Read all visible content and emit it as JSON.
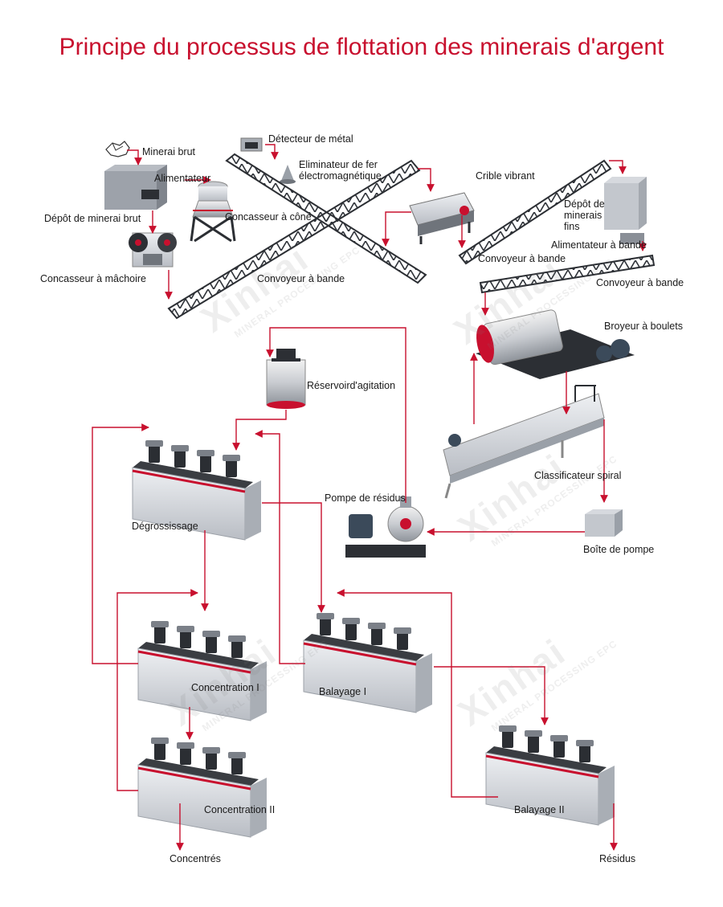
{
  "title": "Principe du processus de flottation des minerais d'argent",
  "colors": {
    "title": "#c8102e",
    "flow_line": "#c8102e",
    "machine": "#d8dbe0",
    "frame": "#2a2d33"
  },
  "watermark": {
    "brand": "Xinhai",
    "tagline": "MINERAL PROCESSING EPC"
  },
  "labels": {
    "raw_ore": "Minerai brut",
    "feeder": "Alimentateur",
    "ore_bin": "Dépôt de minerai brut",
    "jaw_crusher": "Concasseur à mâchoire",
    "cone_crusher": "Concasseur à cône",
    "metal_detector": "Détecteur de métal",
    "iron_remover": "Eliminateur de fer électromagnétique",
    "belt_conveyor_1": "Convoyeur à bande",
    "vibrating_screen": "Crible vibrant",
    "fine_ore_bin": "Dépôt de minerais fins",
    "feeder_2": "Alimentateur à bande",
    "belt_conveyor_2": "Convoyeur à bande",
    "belt_conveyor_3": "Convoyeur à bande",
    "ball_mill": "Broyeur à boulets",
    "spiral_classifier": "Classificateur spiral",
    "pump_box": "Boîte de pompe",
    "slurry_pump": "Pompe de résidus",
    "agitation_tank": "Réservoird'agitation",
    "roughing": "Dégrossissage",
    "cleaning_1": "Concentration I",
    "cleaning_2": "Concentration II",
    "scavenging_1": "Balayage I",
    "scavenging_2": "Balayage II",
    "concentrate": "Concentrés",
    "tailings": "Résidus"
  }
}
